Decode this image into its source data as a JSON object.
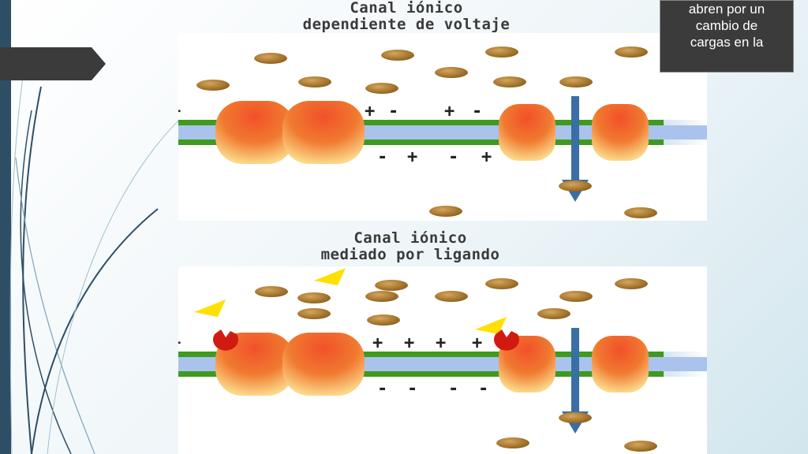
{
  "slide": {
    "callout_lines": [
      "abren por un",
      "cambio de",
      "cargas en la"
    ],
    "colors": {
      "left_bar": "#2e4e66",
      "callout_bg": "#3b3b3b",
      "protein": "#e8431f",
      "membrane_line": "#3f9a1e",
      "channel_arrow": "#3a6ea5",
      "ion": "#a8792a",
      "ligand": "#ffe000"
    }
  },
  "diagrams": [
    {
      "title_lines": [
        "Canal iónico",
        "dependiente de voltaje"
      ],
      "top_charges": [
        "+",
        "+",
        "+",
        "+",
        "+",
        "+",
        "-",
        "+",
        "-"
      ],
      "bottom_charges": [
        "-",
        "-",
        "-",
        "-",
        "-",
        "-",
        "+",
        "-",
        "+"
      ]
    },
    {
      "title_lines": [
        "Canal iónico",
        "mediado por ligando"
      ],
      "top_charges": [
        "+",
        "+",
        "+",
        "+",
        "+",
        "+",
        "+",
        "+",
        "+"
      ],
      "bottom_charges": [
        "-",
        "-",
        "-",
        "-",
        "-",
        "-",
        "-",
        "-",
        "-"
      ]
    }
  ]
}
